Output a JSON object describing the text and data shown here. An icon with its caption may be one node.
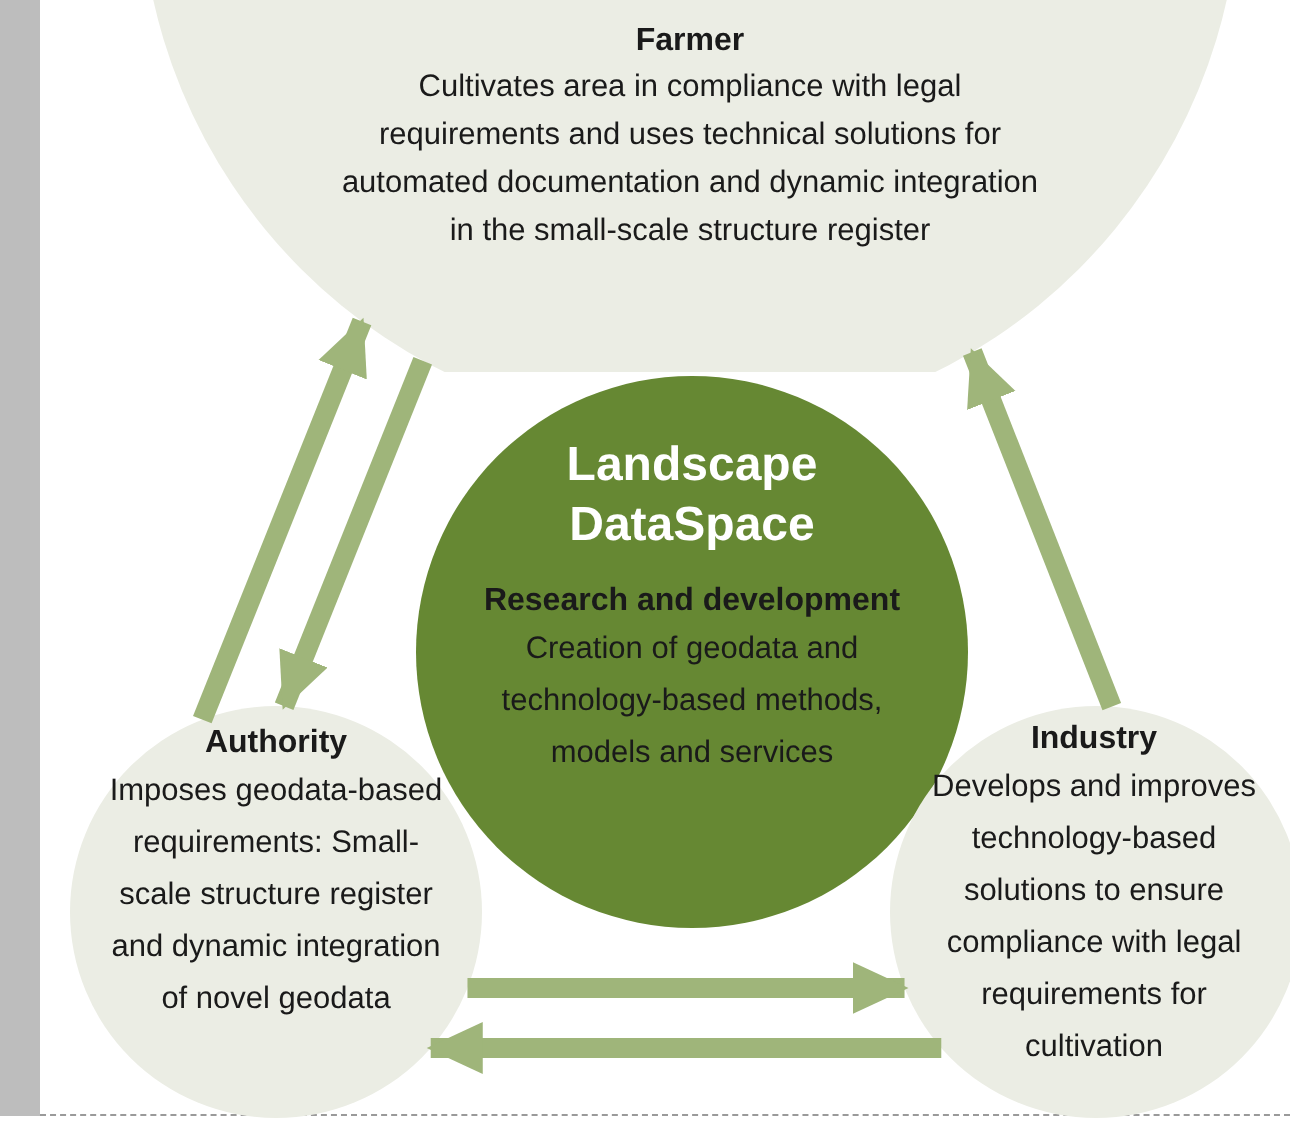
{
  "diagram": {
    "nodes": [
      {
        "text": [
          "Farmer",
          "Cultivates area in compliance with legal requirements and uses technical solutions for automated documentation and dynamic integration in the small-scale structure register"
        ]
      },
      {
        "text": [
          "Landscape DataSpace",
          "Research and development",
          "Creation of geodata and technology-based methods, models and services"
        ]
      },
      {
        "text": [
          "Authority",
          "Imposes geodata-based requirements: Small-scale structure register and dynamic integration of novel geodata"
        ]
      },
      {
        "text": [],
        "shape": "bar"
      },
      {
        "text": [
          "Industry",
          "Develops and improves technology-based solutions to ensure compliance with legal requirements for cultivation"
        ]
      }
    ],
    "edges": [
      {
        "from": 2,
        "to": 0,
        "arrow": "to"
      },
      {
        "from": 0,
        "to": 2,
        "arrow": "to"
      },
      {
        "from": 4,
        "to": 0,
        "arrow": "to"
      },
      {
        "from": 2,
        "to": 4,
        "arrow": "to"
      },
      {
        "from": 4,
        "to": 2,
        "arrow": "to"
      }
    ]
  }
}
